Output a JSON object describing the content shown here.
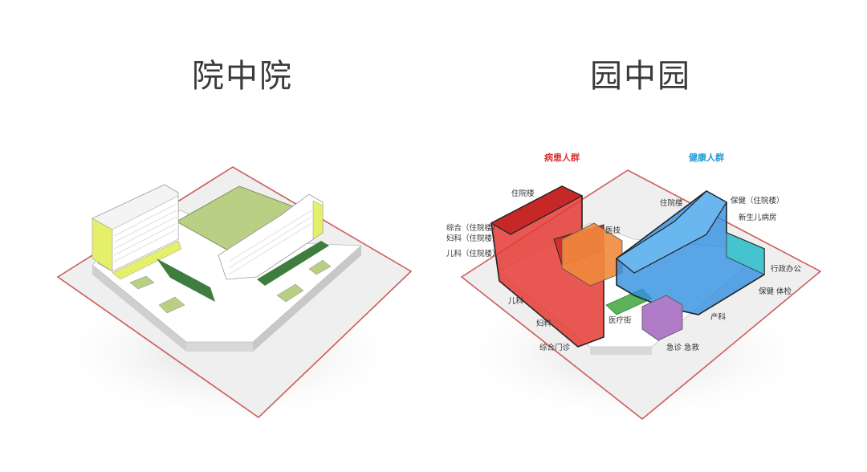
{
  "titles": {
    "left": "院中院",
    "right": "园中园"
  },
  "right_diagram": {
    "group_patient": "病患人群",
    "group_healthy": "健康人群",
    "labels": {
      "inpatient_left": "住院楼",
      "comprehensive_inpatient": "综合（住院楼）",
      "gyn_inpatient": "妇科（住院楼）",
      "pediatric_inpatient": "儿科（住院楼）",
      "medical_tech": "医技",
      "inpatient_right": "住院楼",
      "healthcare_inpatient": "保健（住院楼）",
      "newborn": "新生儿病房",
      "admin_office": "行政办公",
      "healthcare_checkup": "保健 体检",
      "pediatrics": "儿科",
      "gynecology": "妇科",
      "comprehensive_clinic": "综合门诊",
      "medical_street": "医疗街",
      "obstetrics": "产科",
      "emergency": "急诊 急救"
    }
  },
  "colors": {
    "boundary": "#cf5b5b",
    "site": "#efefef",
    "patient": "#e53935",
    "healthy": "#2f8fe0",
    "green_roof": "#b9cf84",
    "yellow_face": "#e6ef6a",
    "tree": "#3f7d3f",
    "orange": "#f08a3c",
    "purple": "#b07cc8",
    "cyan": "#45c4cf"
  }
}
